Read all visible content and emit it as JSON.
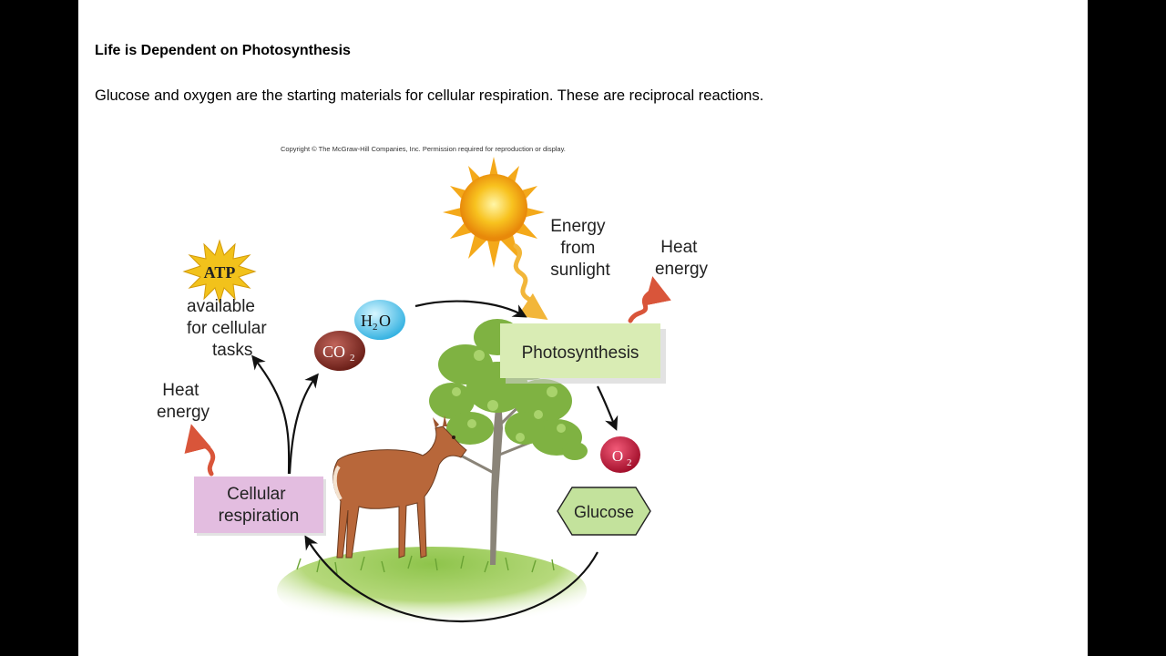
{
  "slide": {
    "title": "Life is Dependent on Photosynthesis",
    "body": "Glucose and oxygen are the starting materials for cellular respiration. These are reciprocal reactions."
  },
  "diagram": {
    "copyright": "Copyright © The McGraw-Hill Companies, Inc. Permission required for reproduction or display.",
    "sunlight_label": [
      "Energy",
      "from",
      "sunlight"
    ],
    "heat_label_top": [
      "Heat",
      "energy"
    ],
    "heat_label_left": [
      "Heat",
      "energy"
    ],
    "atp_badge": "ATP",
    "atp_caption": [
      "available",
      "for cellular",
      "tasks"
    ],
    "photosynthesis_box": "Photosynthesis",
    "respiration_box": [
      "Cellular",
      "respiration"
    ],
    "glucose_label": "Glucose",
    "h2o": {
      "main": "H",
      "sub": "2",
      "end": "O"
    },
    "co2": {
      "main": "CO",
      "sub": "2"
    },
    "o2": {
      "main": "O",
      "sub": "2"
    }
  },
  "colors": {
    "photosynthesis_fill": "#d9ecb4",
    "respiration_fill": "#e3bde0",
    "glucose_fill": "#c3e29c",
    "heat_arrow": "#d9553a",
    "sun": "#f7b81e"
  }
}
